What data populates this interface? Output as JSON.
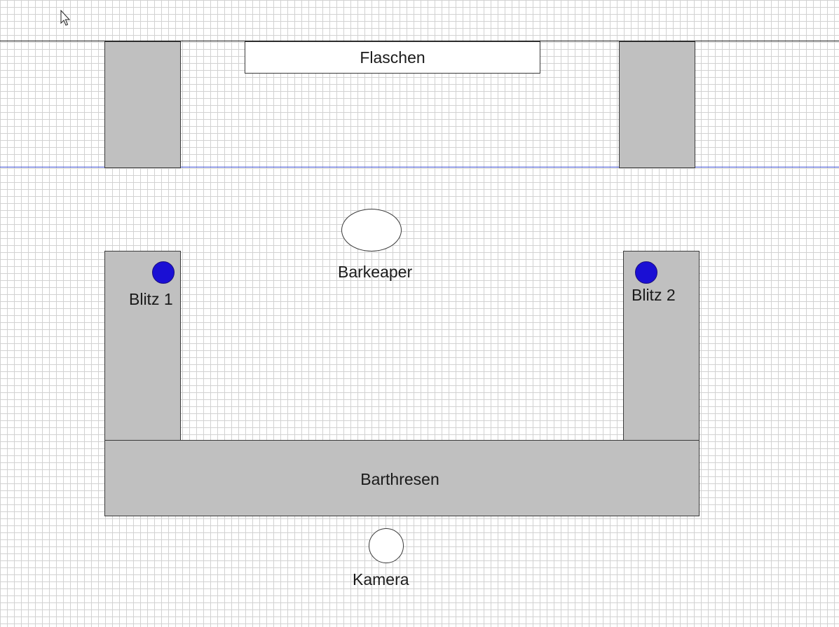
{
  "labels": {
    "bottles": "Flaschen",
    "bartender": "Barkeaper",
    "flash_1": "Blitz 1",
    "flash_2": "Blitz 2",
    "bar_counter": "Barthresen",
    "camera": "Kamera"
  },
  "colors": {
    "shape_fill": "#c0c0c0",
    "flash_fill": "#1a0fd4",
    "guide_line": "#3b4fd6",
    "outline": "#3a3a3a"
  },
  "icons": {
    "cursor": "mouse-pointer-icon"
  }
}
